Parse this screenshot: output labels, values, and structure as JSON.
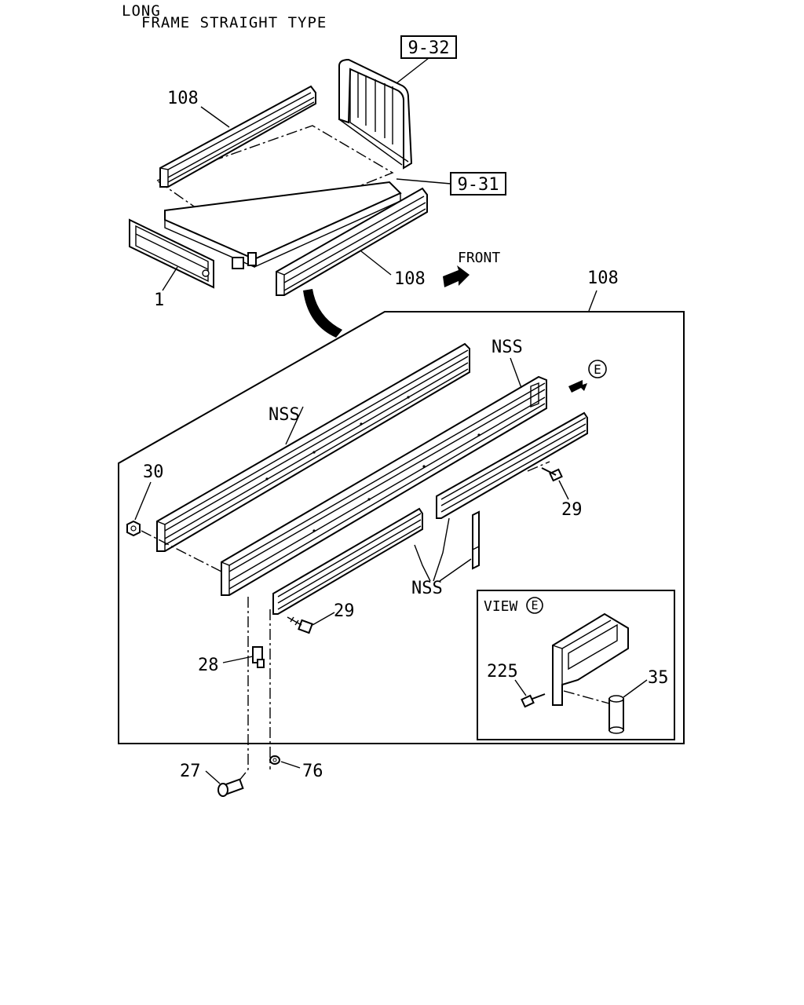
{
  "header": {
    "line1": "LONG",
    "line2": "FRAME STRAIGHT TYPE"
  },
  "refs": {
    "ref_9_32": "9-32",
    "ref_9_31": "9-31"
  },
  "callouts": {
    "c108_top": "108",
    "c1": "1",
    "c108_mid": "108",
    "c108_box": "108",
    "front": "FRONT",
    "nss_top": "NSS",
    "nss_left": "NSS",
    "nss_bottom": "NSS",
    "c30": "30",
    "c29_right": "29",
    "c29_mid": "29",
    "c28": "28",
    "c27": "27",
    "c76": "76",
    "view_e_arrow": "E"
  },
  "view_e": {
    "title": "VIEW",
    "letter": "E",
    "c225": "225",
    "c35": "35"
  }
}
